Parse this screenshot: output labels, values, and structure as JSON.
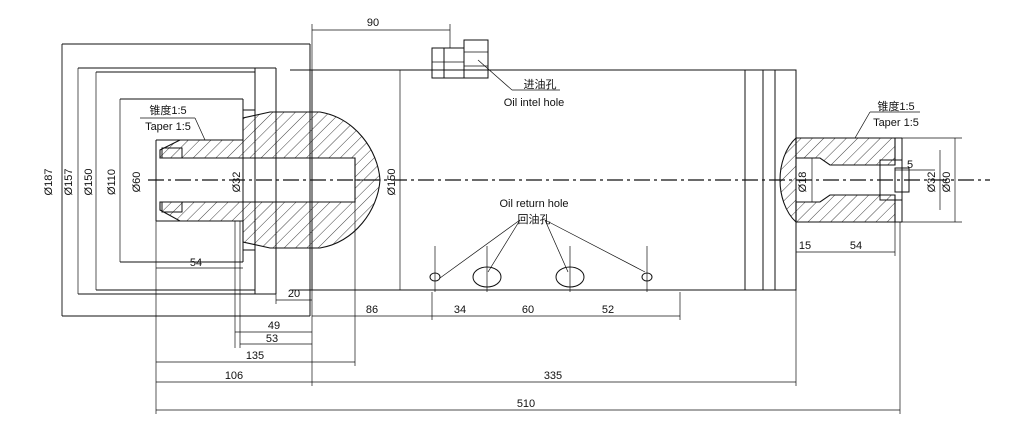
{
  "notes": {
    "inlet_cn": "进油孔",
    "inlet_en": "Oil intel hole",
    "return_en": "Oil return hole",
    "return_cn": "回油孔",
    "taper_left_cn": "锥度1:5",
    "taper_left_en": "Taper 1:5",
    "taper_right_cn": "锥度1:5",
    "taper_right_en": "Taper 1:5"
  },
  "dims": {
    "d187": "Ø187",
    "d157": "Ø157",
    "d150_left": "Ø150",
    "d110": "Ø110",
    "d60_left": "Ø60",
    "d32_left": "Ø32",
    "d150_body": "Ø150",
    "d18": "Ø18",
    "d32_right": "Ø32",
    "d60_right": "Ø60",
    "l90": "90",
    "l54_left": "54",
    "l20": "20",
    "l49": "49",
    "l53": "53",
    "l135": "135",
    "l106": "106",
    "l86": "86",
    "l34": "34",
    "l60": "60",
    "l52": "52",
    "l335": "335",
    "l510": "510",
    "l15": "15",
    "l54_right": "54",
    "l5": "5"
  }
}
